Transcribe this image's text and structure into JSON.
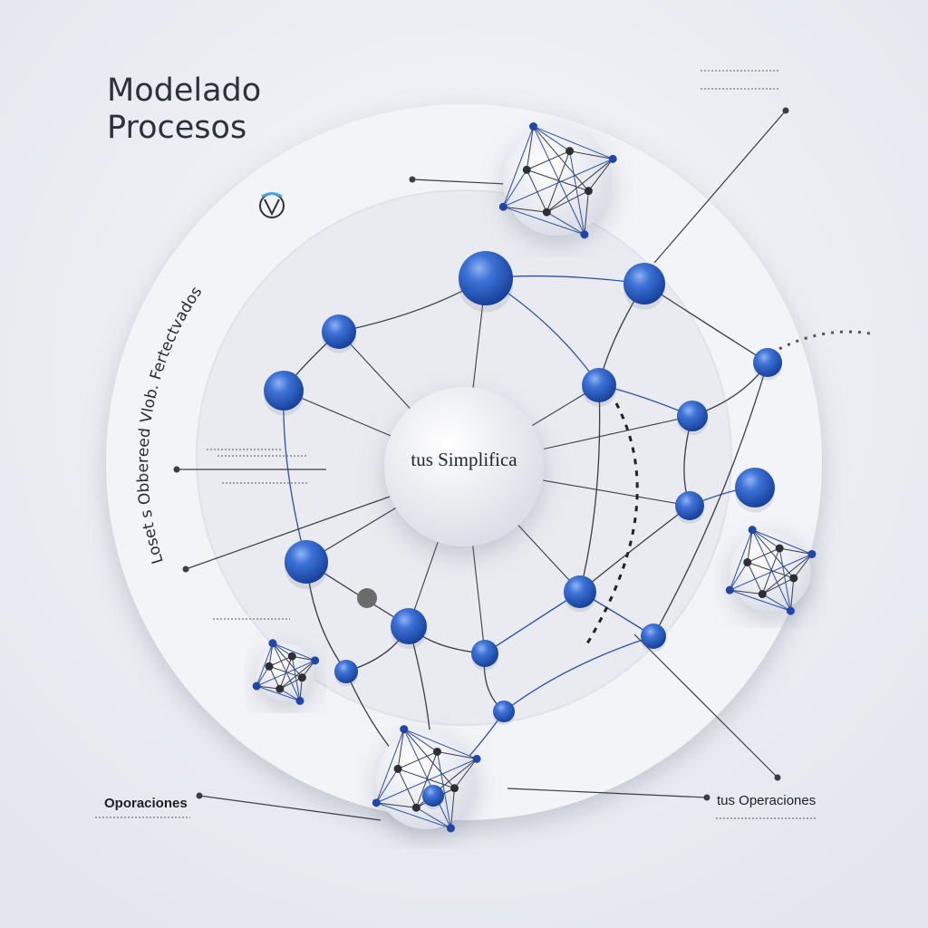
{
  "title": {
    "line1": "Modelado",
    "line2": "Procesos"
  },
  "curved_text": "Loset s Obbereed Vlob. Fertectvados",
  "center_label": "tus Simplifica",
  "label_left": "Oporaciones",
  "label_right": "tus Operaciones",
  "colors": {
    "background": "#eef0f5",
    "node_blue": "#2f63c8",
    "line_dark": "#3a3d45",
    "line_blue": "#2d4fa8"
  }
}
